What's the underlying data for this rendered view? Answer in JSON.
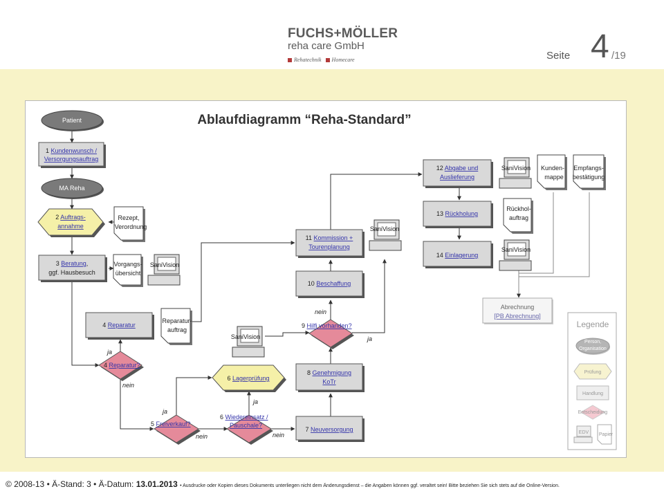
{
  "header": {
    "logo_line1": "FUCHS+MÖLLER",
    "logo_line2": "reha care GmbH",
    "logo_tag1": "Rehatechnik",
    "logo_tag2": "Homecare",
    "page_label": "Seite",
    "page_number": "4",
    "page_total": "/19"
  },
  "diagram": {
    "title": "Ablaufdiagramm “Reha-Standard”",
    "ovals": {
      "patient": "Patient",
      "ma_reha": "MA Reha"
    },
    "steps": {
      "s1_num": "1",
      "s1_link": "Kundenwunsch / Versorgungsauftrag",
      "s2_num": "2",
      "s2_link": "Auftrags- annahme",
      "s3_num": "3",
      "s3_link": "Beratung",
      "s3_rest": ", ggf. Hausbesuch",
      "s4_num": "4",
      "s4_link": "Reparatur",
      "s5_num": "5",
      "s5_link": "Freiverkauf?",
      "s6_num": "6",
      "s6_link": "Lagerprüfung",
      "s6b_num": "6",
      "s6b_link": "Wiedereinsatz / Pauschale?",
      "s7_num": "7",
      "s7_link": "Neuversorgung",
      "s8_num": "8",
      "s8_link": "Genehmigung KoTr",
      "s9_num": "9",
      "s9_link": "Hilfi vorhanden?",
      "s10_num": "10",
      "s10_link": "Beschaffung",
      "s11_num": "11",
      "s11_link": "Kommission + Tourenplanung",
      "s12_num": "12",
      "s12_link": "Abgabe und Auslieferung",
      "s13_num": "13",
      "s13_link": "Rückholung",
      "s14_num": "14",
      "s14_link": "Einlagerung",
      "s4d_num": "4",
      "s4d_link": "Reparatur?"
    },
    "documents": {
      "rezept": "Rezept, Verordnung",
      "vorgang": "Vorgangs- übersicht",
      "reparaturauftrag": "Reparatur- auftrag",
      "rueckholauftrag": "Rückhol- auftrag",
      "kundenmappe": "Kunden- mappe",
      "empfang": "Empfangs- bestätigung"
    },
    "computer_label": "SaniVision",
    "abrechnung_title": "Abrechnung",
    "abrechnung_link": "[PB Abrechnung]",
    "labels": {
      "ja": "ja",
      "nein": "nein"
    },
    "legend": {
      "title": "Legende",
      "person": "Person, Organisation",
      "pruefung": "Prüfung",
      "handlung": "Handlung",
      "entscheidung": "Entscheidung",
      "edv": "EDV",
      "papier": "Papier"
    }
  },
  "footer": {
    "copyright": "© 2008-13",
    "stand": "• Ä-Stand: 3 • Ä-Datum:",
    "datum": "13.01.2013",
    "disclaimer": "• Ausdrucke oder Kopien dieses Dokuments unterliegen nicht dem Änderungsdienst – die Angaben können ggf. veraltet sein! Bitte beziehen Sie sich stets auf die Online-Version."
  },
  "colors": {
    "cream": "#f8f3c8",
    "box": "#d9d9d9",
    "decision": "#e58a9a",
    "link": "#3333aa",
    "oval": "#7a7a7a"
  }
}
